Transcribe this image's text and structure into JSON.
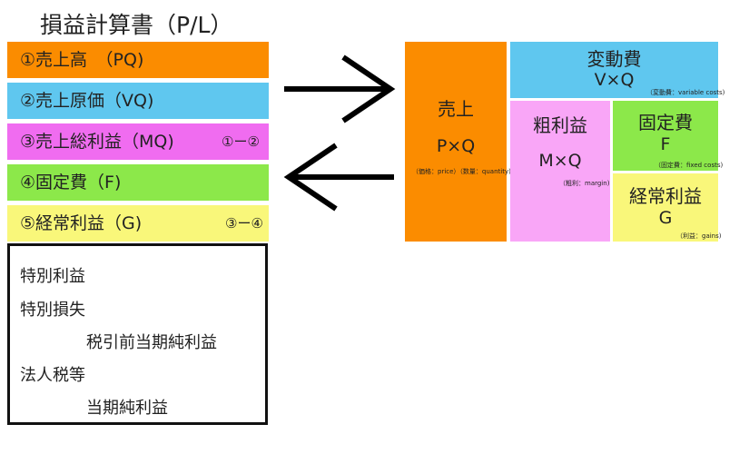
{
  "pl": {
    "title": "損益計算書（P/L）",
    "rows": [
      {
        "label": "①売上高　（PQ)",
        "note": "",
        "color": "#fb8c00"
      },
      {
        "label": "②売上原価（VQ)",
        "note": "",
        "color": "#5fc7ef"
      },
      {
        "label": "③売上総利益（MQ)",
        "note": "①ー②",
        "color": "#f06cf0"
      },
      {
        "label": "④固定費（F)",
        "note": "",
        "color": "#8ce84a"
      },
      {
        "label": "⑤経常利益（G)",
        "note": "③ー④",
        "color": "#f9f77a"
      }
    ],
    "box_lines": [
      "特別利益",
      "特別損失",
      "税引前当期純利益",
      "法人税等",
      "当期純利益"
    ]
  },
  "diagram": {
    "sales": {
      "title": "売上",
      "formula": "P×Q",
      "sub": "（価格：price）（数量：quantity)",
      "color": "#fb8c00"
    },
    "variable": {
      "title": "変動費",
      "formula": "V×Q",
      "sub": "（変動費：variable costs)",
      "color": "#5fc7ef"
    },
    "margin": {
      "title": "粗利益",
      "formula": "M×Q",
      "sub": "（粗利：margin)",
      "color": "#f9a6f7"
    },
    "fixed": {
      "title": "固定費",
      "formula": "F",
      "sub": "（固定費：fixed costs)",
      "color": "#8ce84a"
    },
    "gains": {
      "title": "経常利益",
      "formula": "G",
      "sub": "（利益：gains)",
      "color": "#f9f77a"
    }
  },
  "arrows": [
    "arrow-right-icon",
    "arrow-left-icon"
  ]
}
